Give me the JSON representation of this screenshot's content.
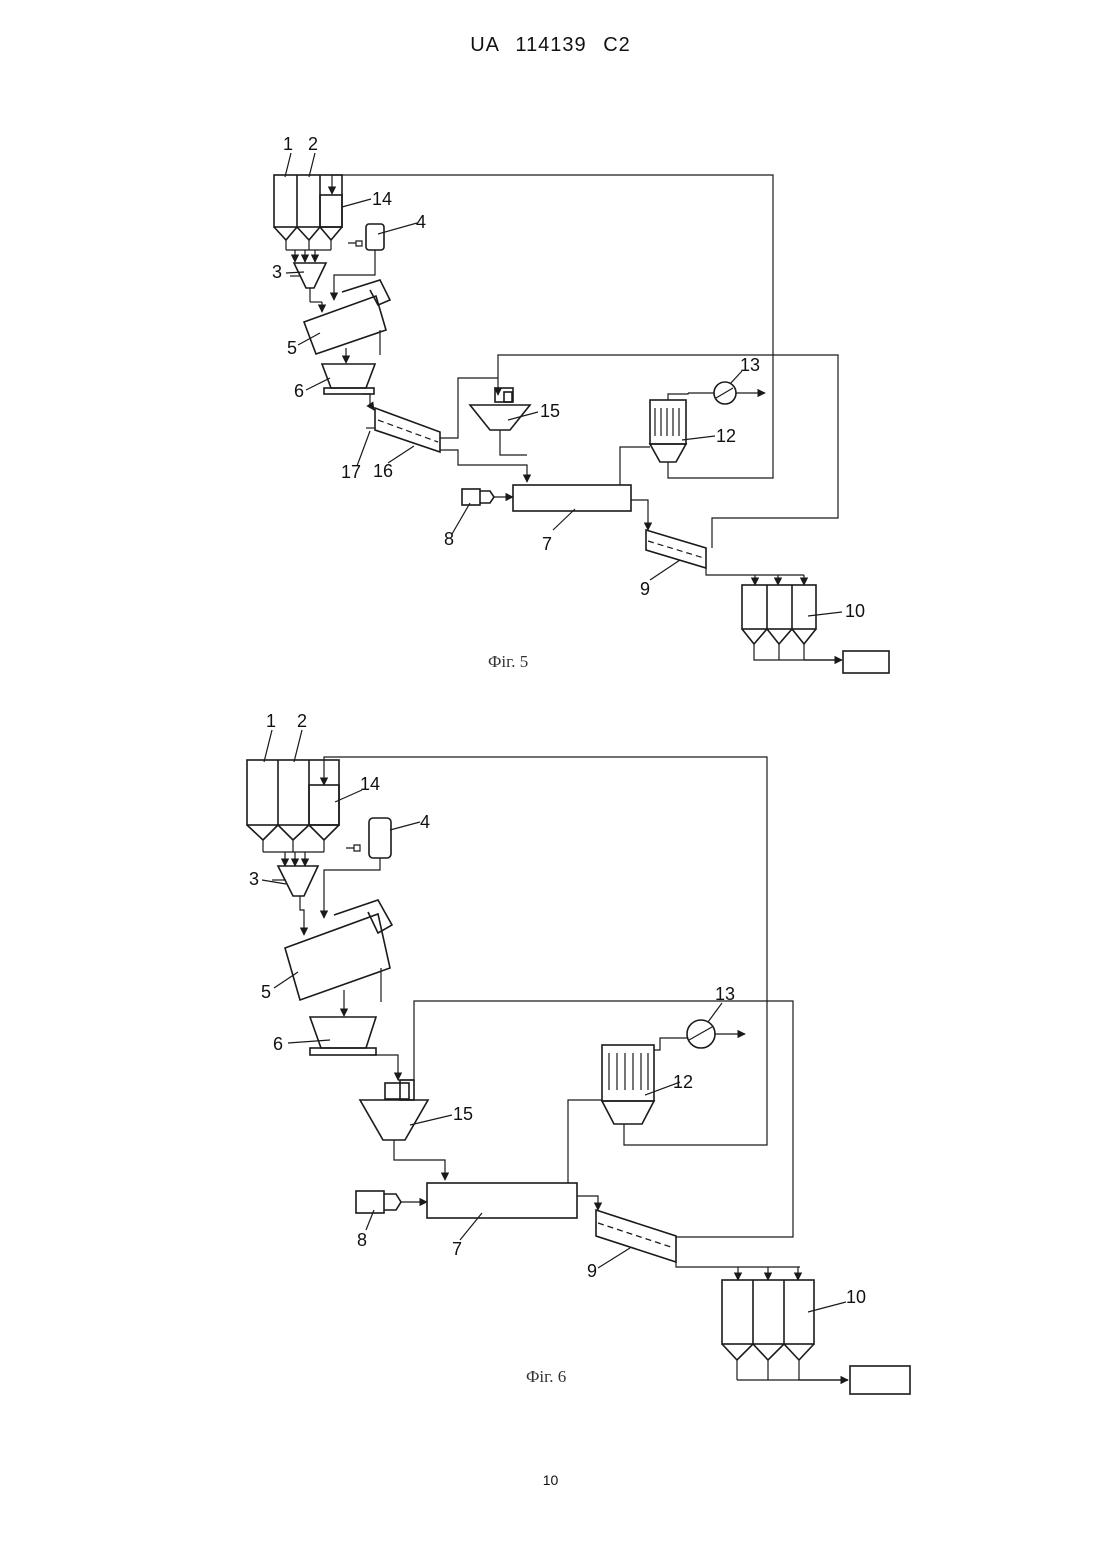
{
  "header": {
    "patent": "UA   114139   C2"
  },
  "page_number": "10",
  "figure5": {
    "caption": "Фіг. 5",
    "labels": {
      "n1": "1",
      "n2": "2",
      "n3": "3",
      "n4": "4",
      "n5": "5",
      "n6": "6",
      "n7": "7",
      "n8": "8",
      "n9": "9",
      "n10": "10",
      "n12": "12",
      "n13": "13",
      "n14": "14",
      "n15": "15",
      "n16": "16",
      "n17": "17"
    }
  },
  "figure6": {
    "caption": "Фіг. 6",
    "labels": {
      "n1": "1",
      "n2": "2",
      "n3": "3",
      "n4": "4",
      "n5": "5",
      "n6": "6",
      "n7": "7",
      "n8": "8",
      "n9": "9",
      "n10": "10",
      "n12": "12",
      "n13": "13",
      "n14": "14",
      "n15": "15"
    }
  }
}
